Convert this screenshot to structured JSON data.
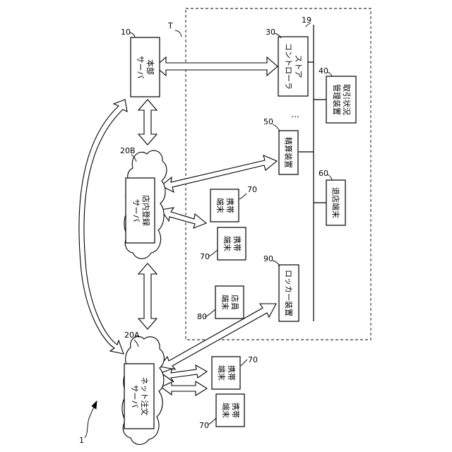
{
  "refs": {
    "system": "1",
    "outline": "T",
    "hq_server": "10",
    "bus": "19",
    "net_order_server": "20A",
    "store_reg_server": "20B",
    "store_controller": "30",
    "txn_device": "40",
    "settlement_device": "50",
    "exit_terminal": "60",
    "mobile_1": "70",
    "mobile_2": "70",
    "mobile_3": "70",
    "mobile_4": "70",
    "staff_terminal": "80",
    "locker_device": "90"
  },
  "labels": {
    "hq_server": [
      "本部",
      "サーバ"
    ],
    "net_order_server": [
      "ネット注文",
      "サーバ"
    ],
    "store_reg_server": [
      "店内登録",
      "サーバ"
    ],
    "store_controller": [
      "ストア",
      "コントローラ"
    ],
    "txn_device": [
      "取引状況",
      "管理装置"
    ],
    "settlement_device": [
      "精算装置"
    ],
    "exit_terminal": [
      "退店端末"
    ],
    "locker_device": [
      "ロッカー装置"
    ],
    "staff_terminal": [
      "店員",
      "端末"
    ],
    "mobile": [
      "携帯",
      "端末"
    ]
  },
  "ellipsis": "…"
}
